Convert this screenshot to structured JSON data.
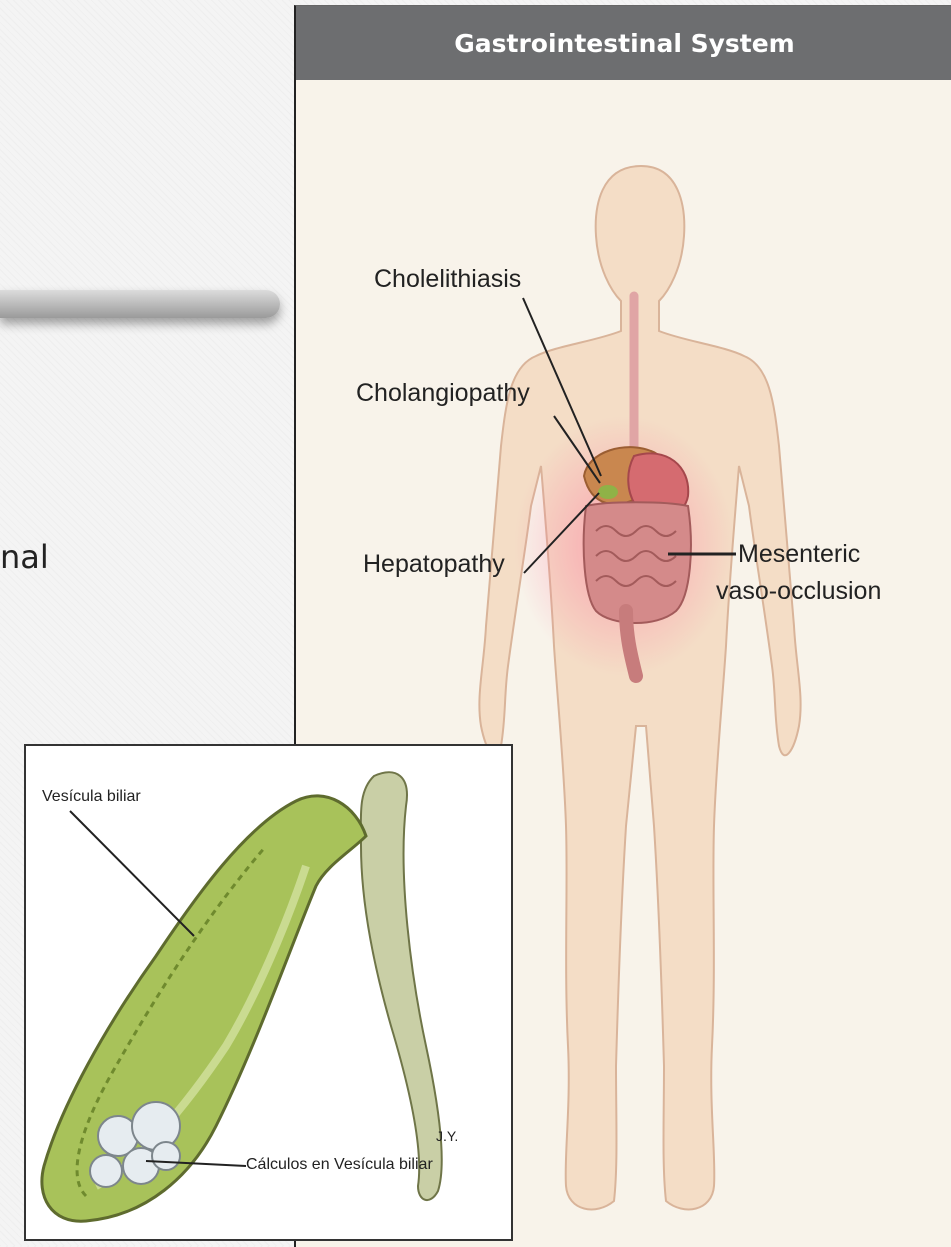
{
  "slide": {
    "partial_text": "nal"
  },
  "gi_panel": {
    "header": "Gastrointestinal System",
    "labels": {
      "cholelithiasis": "Cholelithiasis",
      "cholangiopathy": "Cholangiopathy",
      "hepatopathy": "Hepatopathy",
      "mesenteric_line1": "Mesenteric",
      "mesenteric_line2": "vaso-occlusion"
    }
  },
  "gallbladder_panel": {
    "labels": {
      "vesicula": "Vesícula biliar",
      "calculos": "Cálculos en Vesícula biliar",
      "signature": "J.Y."
    }
  },
  "colors": {
    "header_bg": "#6d6e70",
    "panel_bg": "#f8f3ea",
    "body_skin": "#f4ddc6",
    "gallbladder_green": "#a8c25a"
  }
}
